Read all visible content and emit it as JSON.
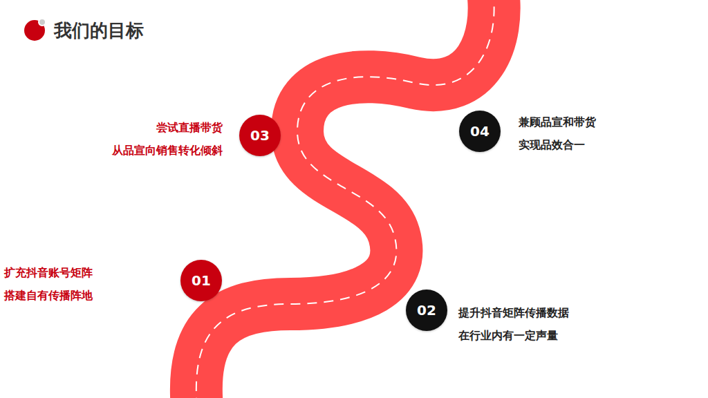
{
  "diagram": {
    "title": "我们的目标",
    "nodes": [
      {
        "text": [
          "01",
          "扩充抖音账号矩阵 搭建自有传播阵地"
        ]
      },
      {
        "text": [
          "02",
          "提升抖音矩阵传播数据 在行业内有一定声量"
        ]
      },
      {
        "text": [
          "03",
          "尝试直播带货 从品宣向销售转化倾斜"
        ]
      },
      {
        "text": [
          "04",
          "兼顾品宣和带货 实现品效合一"
        ]
      }
    ]
  }
}
